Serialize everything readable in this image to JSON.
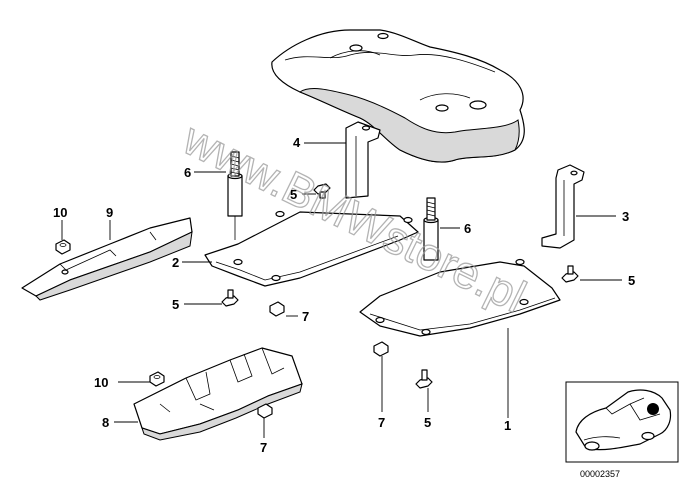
{
  "diagram": {
    "labels": {
      "l1": "1",
      "l2": "2",
      "l3": "3",
      "l4": "4",
      "l5a": "5",
      "l5b": "5",
      "l5c": "5",
      "l5d": "5",
      "l6a": "6",
      "l6b": "6",
      "l7a": "7",
      "l7b": "7",
      "l7c": "7",
      "l8": "8",
      "l9": "9",
      "l10a": "10",
      "l10b": "10"
    },
    "reference_number": "00002357",
    "watermark": "www.BMWstore.pl"
  }
}
